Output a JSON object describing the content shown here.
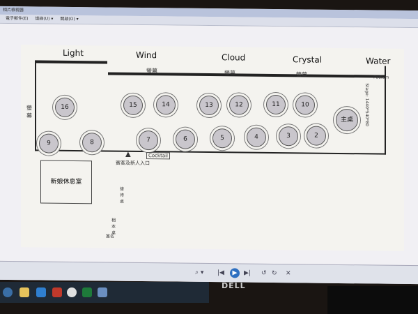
{
  "window": {
    "title": "相片檢視器",
    "menu": [
      "電子郵件(E)",
      "燒錄(U) ▾",
      "開啟(O) ▾"
    ]
  },
  "plan": {
    "rooms": [
      "Light",
      "Wind",
      "Cloud",
      "Crystal",
      "Water"
    ],
    "tables": [
      "16",
      "15",
      "14",
      "13",
      "12",
      "11",
      "10",
      "9",
      "8",
      "7",
      "6",
      "5",
      "4",
      "3",
      "2",
      "主桌"
    ],
    "screen_label": "螢幕",
    "stage": "Stage: 1440*540*80",
    "podium": "Podium",
    "bride_room": "新娘休息室",
    "entrance": "賓客及新人入口",
    "cocktail": "Cocktail",
    "reception": "接待桌",
    "photo": "相本桌",
    "sign": "簽名"
  },
  "viewer": {
    "controls": [
      "⌕ ▾",
      "|◀",
      "▶",
      "▶|",
      "↺",
      "↻",
      "✕"
    ]
  },
  "monitor": {
    "brand": "DELL"
  }
}
